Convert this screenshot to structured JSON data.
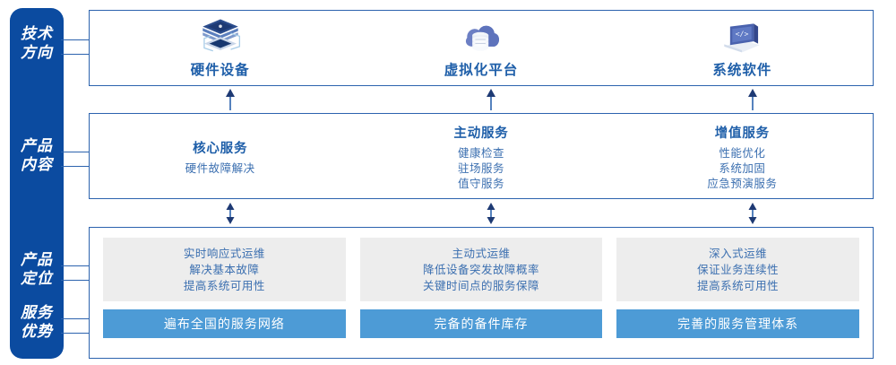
{
  "colors": {
    "rail": "#0B4BA0",
    "border": "#2C63AE",
    "title_blue": "#1F5FA9",
    "body_blue": "#3B6FB0",
    "grey_card": "#EDEDED",
    "blue_card": "#4D9BD6",
    "white": "#FFFFFF"
  },
  "rail": {
    "labels": [
      {
        "id": "tech-direction",
        "line1": "技术",
        "line2": "方向"
      },
      {
        "id": "product-content",
        "line1": "产品",
        "line2": "内容"
      },
      {
        "id": "product-position",
        "line1": "产品",
        "line2": "定位"
      },
      {
        "id": "service-advantage",
        "line1": "服务",
        "line2": "优势"
      }
    ]
  },
  "sections": {
    "tech_direction": {
      "items": [
        {
          "icon": "server-stack-icon",
          "title": "硬件设备"
        },
        {
          "icon": "cloud-database-icon",
          "title": "虚拟化平台"
        },
        {
          "icon": "monitor-code-icon",
          "title": "系统软件"
        }
      ]
    },
    "product_content": {
      "columns": [
        {
          "title": "核心服务",
          "items": [
            "硬件故障解决"
          ]
        },
        {
          "title": "主动服务",
          "items": [
            "健康检查",
            "驻场服务",
            "值守服务"
          ]
        },
        {
          "title": "增值服务",
          "items": [
            "性能优化",
            "系统加固",
            "应急预演服务"
          ]
        }
      ]
    },
    "product_position": {
      "cards": [
        {
          "lines": [
            "实时响应式运维",
            "解决基本故障",
            "提高系统可用性"
          ]
        },
        {
          "lines": [
            "主动式运维",
            "降低设备突发故障概率",
            "关键时间点的服务保障"
          ]
        },
        {
          "lines": [
            "深入式运维",
            "保证业务连续性",
            "提高系统可用性"
          ]
        }
      ]
    },
    "service_advantage": {
      "bars": [
        {
          "label": "遍布全国的服务网络"
        },
        {
          "label": "完备的备件库存"
        },
        {
          "label": "完善的服务管理体系"
        }
      ]
    }
  }
}
